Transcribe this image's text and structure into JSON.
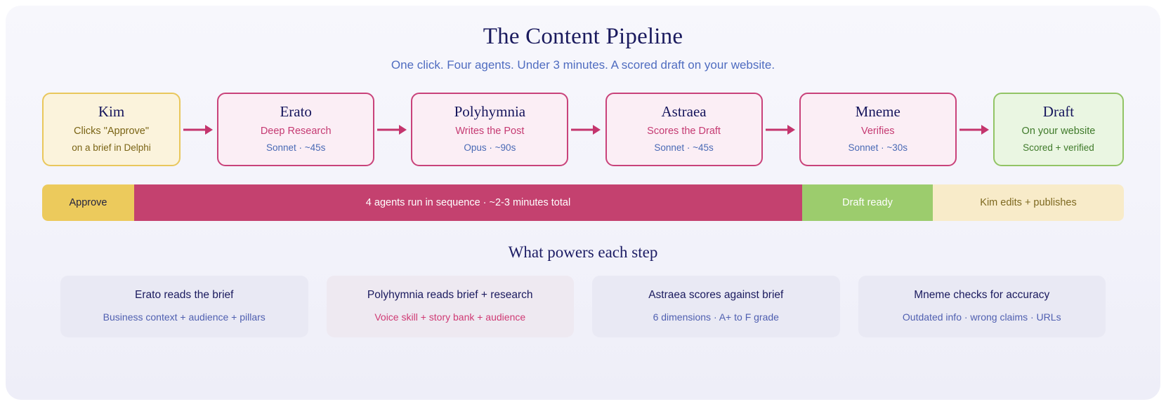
{
  "header": {
    "title": "The Content Pipeline",
    "subtitle": "One click. Four agents. Under 3 minutes. A scored draft on your website."
  },
  "colors": {
    "panel_bg": "#f4f4fb",
    "title": "#1a1a5e",
    "subtitle": "#4f6cc0",
    "accent_crimson": "#c4416f",
    "accent_gold": "#ecca5c",
    "accent_green": "#9ccc6d",
    "kim_border": "#e9c75c",
    "kim_bg": "#fbf3dc",
    "agent_border": "#c9427a",
    "agent_bg": "#fbeef5",
    "draft_border": "#92c465",
    "draft_bg": "#eaf6e2"
  },
  "pipeline": {
    "nodes": [
      {
        "name": "Kim",
        "role": "Clicks \"Approve\"",
        "meta": "on a brief in Delphi",
        "kind": "human"
      },
      {
        "name": "Erato",
        "role": "Deep Research",
        "meta": "Sonnet · ~45s",
        "kind": "agent"
      },
      {
        "name": "Polyhymnia",
        "role": "Writes the Post",
        "meta": "Opus · ~90s",
        "kind": "agent"
      },
      {
        "name": "Astraea",
        "role": "Scores the Draft",
        "meta": "Sonnet · ~45s",
        "kind": "agent"
      },
      {
        "name": "Mneme",
        "role": "Verifies",
        "meta": "Sonnet · ~30s",
        "kind": "agent"
      },
      {
        "name": "Draft",
        "role": "On your website",
        "meta": "Scored + verified",
        "kind": "output"
      }
    ],
    "arrow_icon": "arrow-right-icon"
  },
  "timeline": {
    "segments": [
      {
        "label": "Approve",
        "key": "approve"
      },
      {
        "label": "4 agents run in sequence · ~2-3 minutes total",
        "key": "run"
      },
      {
        "label": "Draft ready",
        "key": "ready"
      },
      {
        "label": "Kim edits + publishes",
        "key": "publish"
      }
    ]
  },
  "powers": {
    "section_title": "What powers each step",
    "cards": [
      {
        "title": "Erato reads the brief",
        "sub": "Business context + audience + pillars"
      },
      {
        "title": "Polyhymnia reads brief + research",
        "sub": "Voice skill + story bank + audience"
      },
      {
        "title": "Astraea scores against brief",
        "sub": "6 dimensions · A+ to F grade"
      },
      {
        "title": "Mneme checks for accuracy",
        "sub": "Outdated info · wrong claims · URLs"
      }
    ]
  }
}
